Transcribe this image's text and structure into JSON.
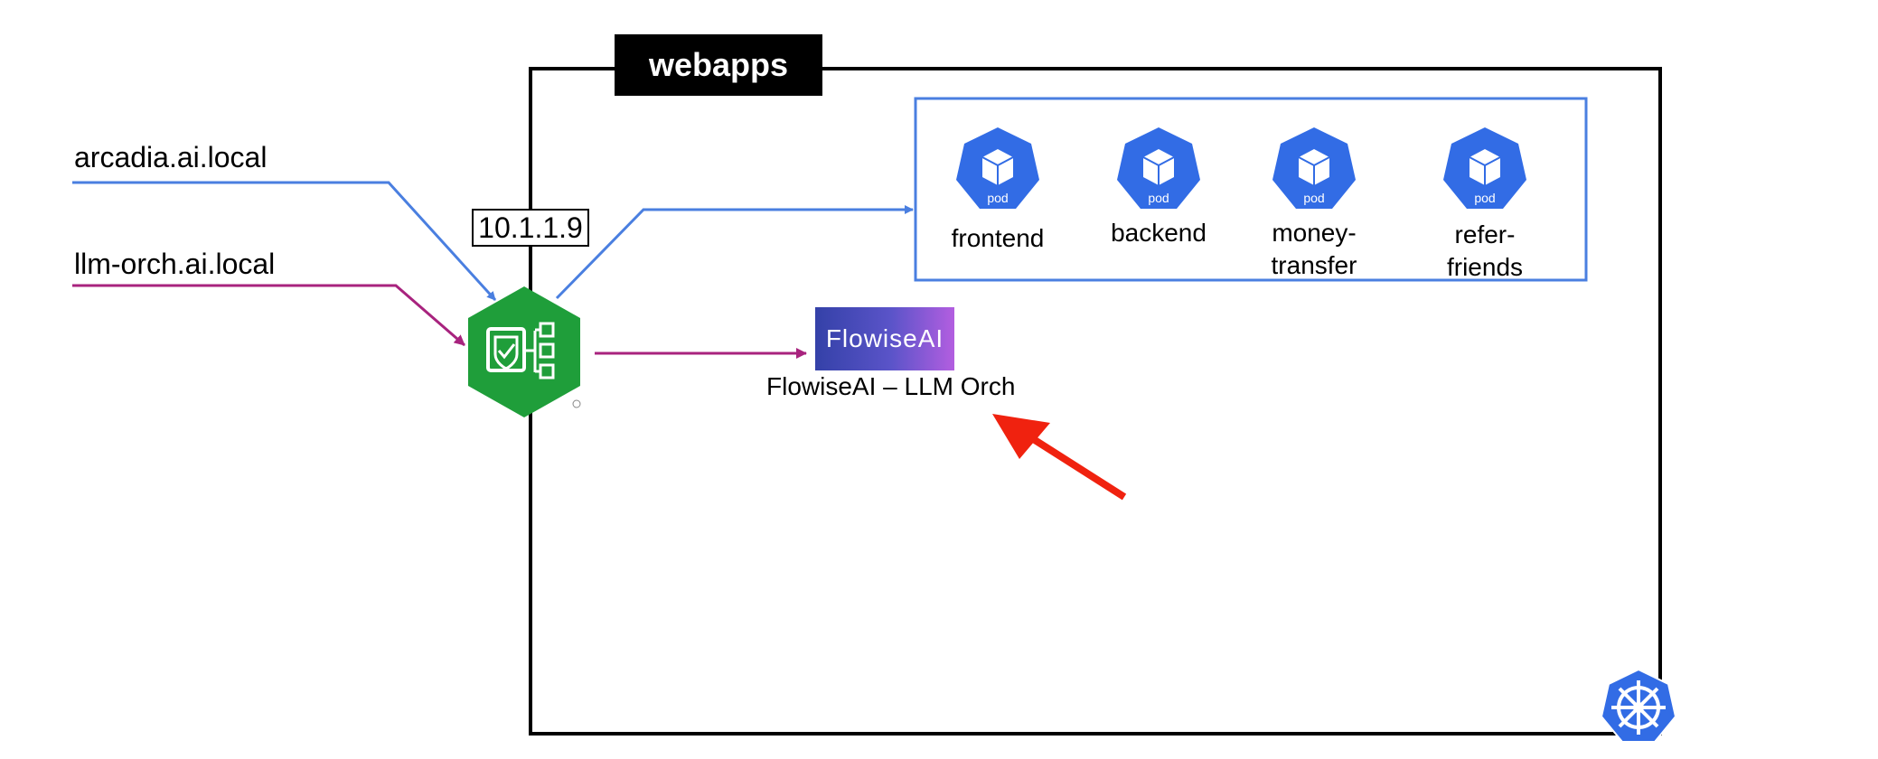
{
  "cluster": {
    "namespace_label": "webapps"
  },
  "ingress": {
    "ip_label": "10.1.1.9"
  },
  "hosts": [
    {
      "label": "arcadia.ai.local",
      "color": "#4a7fe0"
    },
    {
      "label": "llm-orch.ai.local",
      "color": "#a8237e"
    }
  ],
  "pods": [
    {
      "badge": "pod",
      "label": "frontend"
    },
    {
      "badge": "pod",
      "label": "backend"
    },
    {
      "badge": "pod",
      "label": "money-\ntransfer"
    },
    {
      "badge": "pod",
      "label": "refer-\nfriends"
    }
  ],
  "flowise": {
    "logo_text": "FlowiseAI",
    "caption": "FlowiseAI – LLM Orch"
  },
  "icons": {
    "ingress": "shield-check-network-icon",
    "pod": "cube-pod-icon",
    "cluster": "kubernetes-helm-icon",
    "callout": "red-arrow-icon"
  },
  "colors": {
    "blue": "#4a7fe0",
    "magenta": "#a8237e",
    "ingress_green": "#1f9e3a",
    "pod_blue": "#326ce5",
    "callout_red": "#f0220f"
  }
}
